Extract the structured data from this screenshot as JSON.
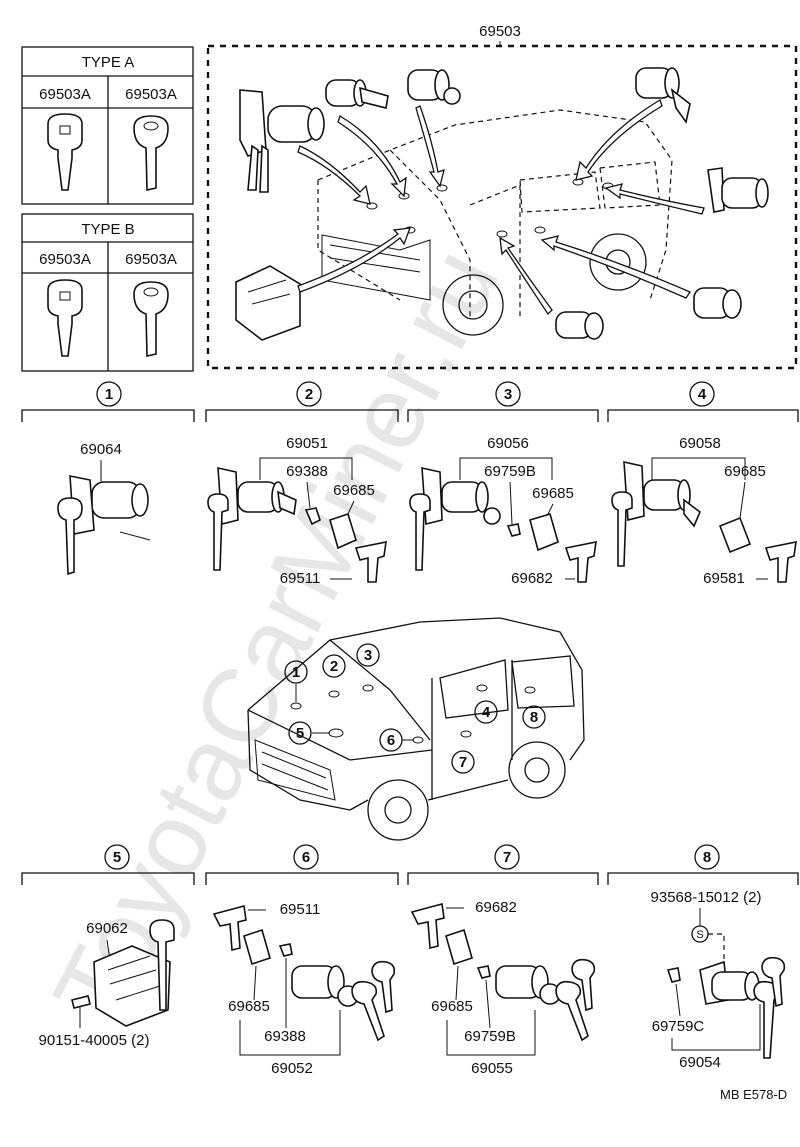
{
  "top": {
    "assembly": "69503"
  },
  "type_a": {
    "title": "TYPE A",
    "left": "69503A",
    "right": "69503A"
  },
  "type_b": {
    "title": "TYPE B",
    "left": "69503A",
    "right": "69503A"
  },
  "sections": {
    "s1": {
      "num": "1",
      "main": "69064"
    },
    "s2": {
      "num": "2",
      "main": "69051",
      "a": "69388",
      "b": "69685",
      "c": "69511"
    },
    "s3": {
      "num": "3",
      "main": "69056",
      "a": "69759B",
      "b": "69685",
      "c": "69682"
    },
    "s4": {
      "num": "4",
      "main": "69058",
      "b": "69685",
      "c": "69581"
    },
    "s5": {
      "num": "5",
      "main": "69062",
      "screw": "90151-40005 (2)"
    },
    "s6": {
      "num": "6",
      "a": "69511",
      "b": "69685",
      "c": "69388",
      "main": "69052"
    },
    "s7": {
      "num": "7",
      "a": "69682",
      "b": "69685",
      "c": "69759B",
      "main": "69055"
    },
    "s8": {
      "num": "8",
      "a": "93568-15012 (2)",
      "b": "69759C",
      "main": "69054"
    }
  },
  "van_locations": [
    "1",
    "2",
    "3",
    "4",
    "5",
    "6",
    "7",
    "8"
  ],
  "footer": {
    "code": "MB E578-D"
  },
  "watermark": "ToyotaCarMiner.ru"
}
